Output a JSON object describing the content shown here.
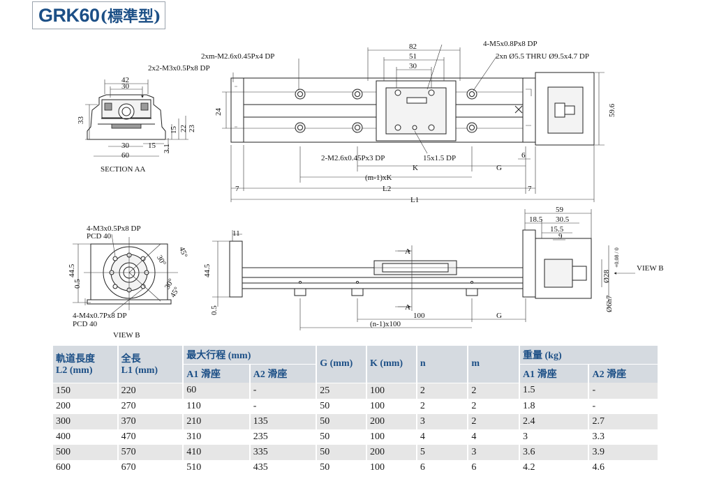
{
  "title": {
    "model": "GRK60",
    "variant": "(標準型)"
  },
  "drawing_labels": {
    "section_a": {
      "dim_42": "42",
      "dim_30_top": "30",
      "dim_33": "33",
      "dim_15_r": "15",
      "dim_22": "22",
      "dim_23": "23",
      "dim_30_bot": "30",
      "dim_15_bot": "15",
      "dim_3_1": "3.1",
      "dim_60": "60",
      "caption": "SECTION AA"
    },
    "top_view": {
      "tap_2xm": "2xm-M2.6x0.45Px4 DP",
      "tap_2x2": "2x2-M3x0.5Px8 DP",
      "dim_82": "82",
      "dim_51": "51",
      "dim_30": "30",
      "tap_4m5": "4-M5x0.8Px8 DP",
      "thru": "2xn Ø5.5 THRU Ø9.5x4.7 DP",
      "dim_24": "24",
      "dim_59_6": "59.6",
      "tap_2m26": "2-M2.6x0.45Px3 DP",
      "key": "15x1.5 DP",
      "dim_6": "6",
      "lbl_K": "K",
      "lbl_G": "G",
      "lbl_m1K": "(m-1)xK",
      "lbl_L2": "L2",
      "lbl_L1": "L1",
      "dim_7_left": "7",
      "dim_7_right": "7"
    },
    "view_b": {
      "tap_top": "4-M3x0.5Px8 DP",
      "pcd_top": "PCD 40",
      "ang_45_top": "45°",
      "ang_30_top": "30°",
      "ang_30_bot": "30°",
      "ang_45_bot": "45°",
      "dim_44_5": "44.5",
      "dim_0_5": "0.5",
      "tap_bot": "4-M4x0.7Px8 DP",
      "pcd_bot": "PCD 40",
      "caption": "VIEW B"
    },
    "side_view": {
      "dim_11": "11",
      "dim_44_5": "44.5",
      "dim_0_5": "0.5",
      "dim_59": "59",
      "dim_18_5": "18.5",
      "dim_30_5": "30.5",
      "dim_15_5": "15.5",
      "dim_9": "9",
      "lbl_A_top": "A",
      "lbl_A_bot": "A",
      "dim_100": "100",
      "lbl_G": "G",
      "lbl_n1": "(n-1)x100",
      "shaft_d28": "Ø28",
      "tol": "+0.08 / 0",
      "shaft_d6": "Ø6h7",
      "view_b_arrow": "VIEW B"
    }
  },
  "table": {
    "headers": {
      "rail_length": "軌道長度",
      "rail_length_unit": "L2 (mm)",
      "total_length": "全長",
      "total_length_unit": "L1 (mm)",
      "max_stroke": "最大行程 (mm)",
      "a1": "A1 滑座",
      "a2": "A2 滑座",
      "g": "G (mm)",
      "k": "K (mm)",
      "n": "n",
      "m": "m",
      "weight": "重量 (kg)",
      "w_a1": "A1 滑座",
      "w_a2": "A2 滑座"
    },
    "rows": [
      [
        "150",
        "220",
        "60",
        "-",
        "25",
        "100",
        "2",
        "2",
        "1.5",
        "-"
      ],
      [
        "200",
        "270",
        "110",
        "-",
        "50",
        "100",
        "2",
        "2",
        "1.8",
        "-"
      ],
      [
        "300",
        "370",
        "210",
        "135",
        "50",
        "200",
        "3",
        "2",
        "2.4",
        "2.7"
      ],
      [
        "400",
        "470",
        "310",
        "235",
        "50",
        "100",
        "4",
        "4",
        "3",
        "3.3"
      ],
      [
        "500",
        "570",
        "410",
        "335",
        "50",
        "200",
        "5",
        "3",
        "3.6",
        "3.9"
      ],
      [
        "600",
        "670",
        "510",
        "435",
        "50",
        "100",
        "6",
        "6",
        "4.2",
        "4.6"
      ]
    ]
  }
}
